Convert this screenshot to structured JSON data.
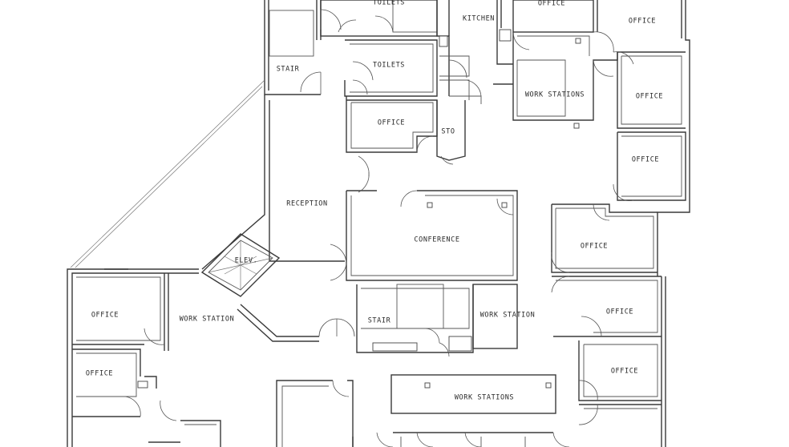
{
  "rooms": {
    "toilets_top": "TOILETS",
    "kitchen": "KITCHEN",
    "office_top_center": "OFFICE",
    "office_top_right": "OFFICE",
    "stair_top": "STAIR",
    "toilets_mid": "TOILETS",
    "work_stations_top": "WORK STATIONS",
    "office_right_2": "OFFICE",
    "office_mid": "OFFICE",
    "sto": "STO",
    "office_right_3": "OFFICE",
    "reception": "RECEPTION",
    "conference": "CONFERENCE",
    "office_right_4": "OFFICE",
    "elev": "ELEV.",
    "office_right_5": "OFFICE",
    "office_left_1": "OFFICE",
    "work_station_left": "WORK STATION",
    "stair_bottom": "STAIR",
    "work_station_center": "WORK STATION",
    "office_left_2": "OFFICE",
    "office_right_6": "OFFICE",
    "work_stations_bottom": "WORK STATIONS"
  }
}
